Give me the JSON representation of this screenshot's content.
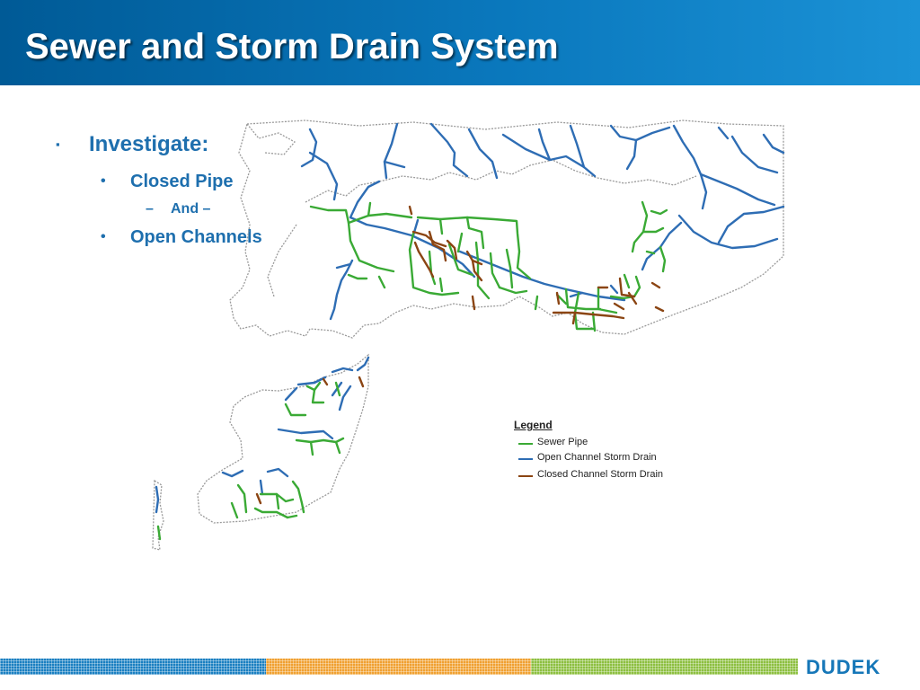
{
  "slide": {
    "title": "Sewer and Storm Drain System"
  },
  "bullets": {
    "level1": {
      "label": "Investigate",
      "suffix": ":"
    },
    "level2_a": {
      "label": "Closed Pipe"
    },
    "level3": {
      "label": "And –"
    },
    "level2_b": {
      "label": "Open Channels"
    },
    "markers": {
      "level1": "▪",
      "level2": "•",
      "level3": "–"
    }
  },
  "legend": {
    "title": "Legend",
    "items": [
      {
        "label": "Sewer Pipe",
        "color": "#3aaa35"
      },
      {
        "label": "Open Channel Storm Drain",
        "color": "#2e6db4"
      },
      {
        "label": "Closed Channel Storm Drain",
        "color": "#8b4513"
      }
    ]
  },
  "colors": {
    "title_bar": "#0a78bd",
    "bullet_text": "#1e6fae",
    "sewer": "#3aaa35",
    "open_channel": "#2e6db4",
    "closed_channel": "#8b4513",
    "boundary": "#9a9a9a",
    "footer_blue": "#1a7fc1",
    "footer_orange": "#f0a030",
    "footer_green": "#8cbf3f"
  },
  "footer": {
    "logo": "DUDEK"
  }
}
